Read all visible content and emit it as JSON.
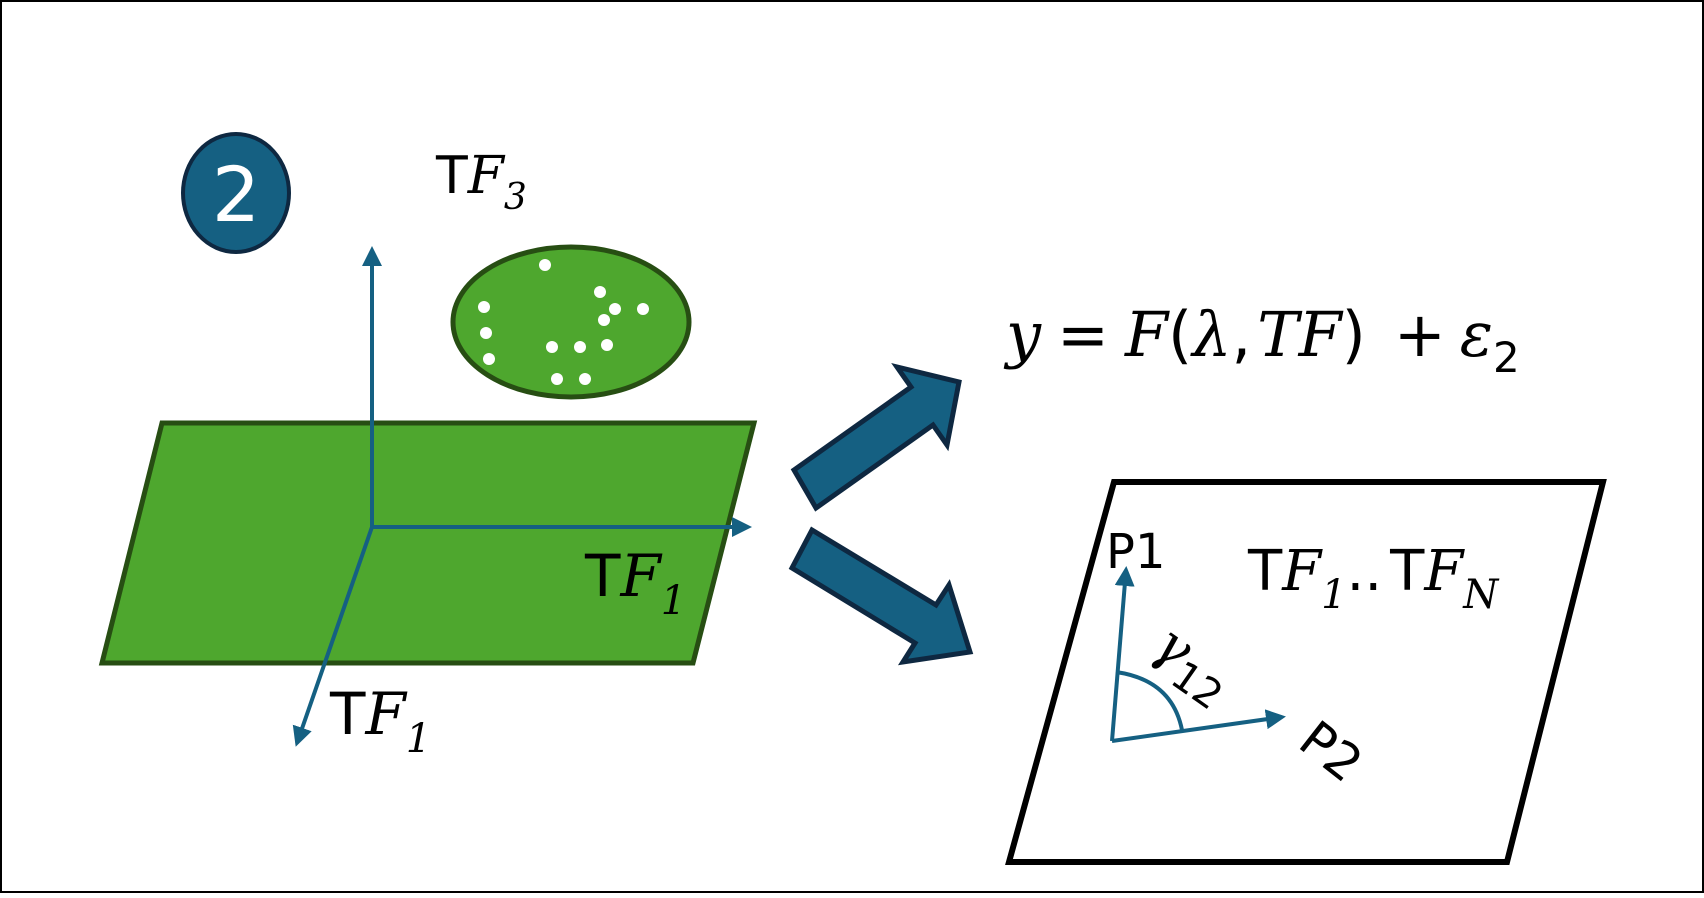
{
  "colors": {
    "green_fill": "#4ea72e",
    "green_border": "#274e13",
    "blue": "#156082",
    "blue_dark": "#0e2841",
    "black": "#000000",
    "white": "#ffffff"
  },
  "step_badge": {
    "number": "2"
  },
  "axes": {
    "tf3": {
      "t": "T",
      "f": "F",
      "sub": "3"
    },
    "tf1_horizontal": {
      "t": "T",
      "f": "F",
      "sub": "1"
    },
    "tf1_diagonal": {
      "t": "T",
      "f": "F",
      "sub": "1"
    }
  },
  "equation": {
    "lhs": "y",
    "eq": "=",
    "func": "F",
    "lparen": "(",
    "lambda": "λ",
    "comma": ",",
    "tf": "TF",
    "rparen": ")",
    "plus": "+",
    "eps": "ε",
    "eps_sub": "2"
  },
  "panel": {
    "p1": "P1",
    "p2": "P2",
    "gamma": "γ",
    "gamma_sub": "12",
    "range": {
      "t1": "T",
      "f1": "F",
      "sub1": "1",
      "dots": "..",
      "t2": "T",
      "f2": "F",
      "subN": "N"
    }
  },
  "icons": {
    "arrow_up": "arrow-up-icon",
    "arrow_down": "arrow-down-icon"
  }
}
